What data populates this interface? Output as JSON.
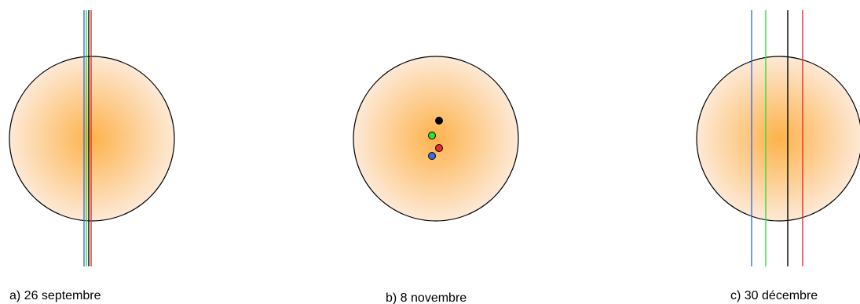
{
  "colors": {
    "background": "#ffffff",
    "disk_center": "#fdb24b",
    "disk_edge": "#fde9d6",
    "outline": "#000000",
    "blue": "#3b6fe0",
    "green": "#33dd33",
    "black": "#000000",
    "red": "#ee2a2a"
  },
  "panels": [
    {
      "caption": "a) 26 septembre",
      "marks": [
        {
          "kind": "line",
          "color_key": "blue"
        },
        {
          "kind": "line",
          "color_key": "green"
        },
        {
          "kind": "line",
          "color_key": "black"
        },
        {
          "kind": "line",
          "color_key": "red"
        }
      ]
    },
    {
      "caption": "b) 8 novembre",
      "marks": [
        {
          "kind": "dot",
          "color_key": "black"
        },
        {
          "kind": "dot",
          "color_key": "green"
        },
        {
          "kind": "dot",
          "color_key": "red"
        },
        {
          "kind": "dot",
          "color_key": "blue"
        }
      ]
    },
    {
      "caption": "c) 30 décembre",
      "marks": [
        {
          "kind": "line",
          "color_key": "blue"
        },
        {
          "kind": "line",
          "color_key": "green"
        },
        {
          "kind": "line",
          "color_key": "black"
        },
        {
          "kind": "line",
          "color_key": "red"
        }
      ]
    }
  ]
}
